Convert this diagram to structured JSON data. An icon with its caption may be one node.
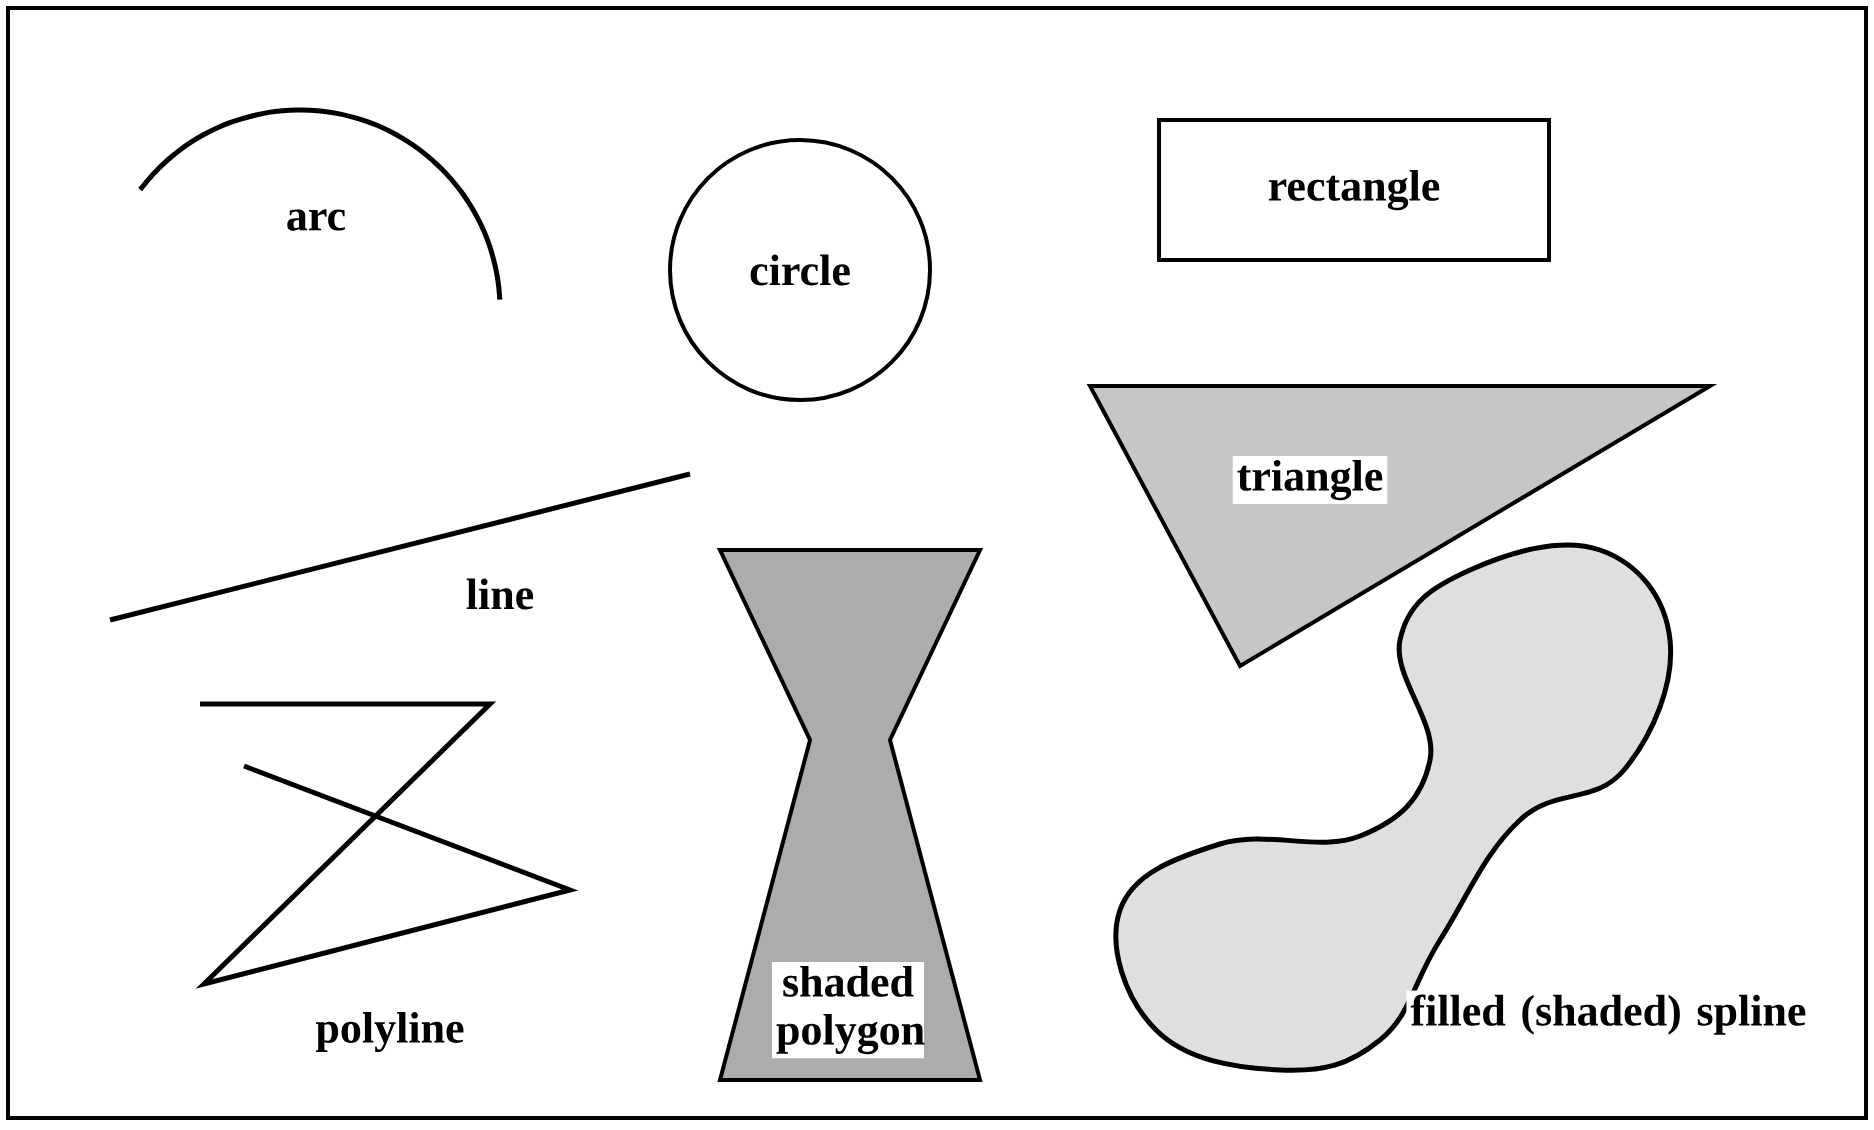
{
  "diagram": {
    "nodes": [
      {
        "text": [
          "circle"
        ]
      },
      {
        "text": [
          "rectangle"
        ]
      },
      {
        "text": [
          "triangle"
        ]
      },
      {
        "text": [
          "shaded polygon"
        ]
      },
      {
        "text": [],
        "shape": "cloud",
        "beside": [
          "filled (shaded) spline"
        ]
      }
    ],
    "labels": [
      "arc",
      "line",
      "polyline"
    ]
  }
}
